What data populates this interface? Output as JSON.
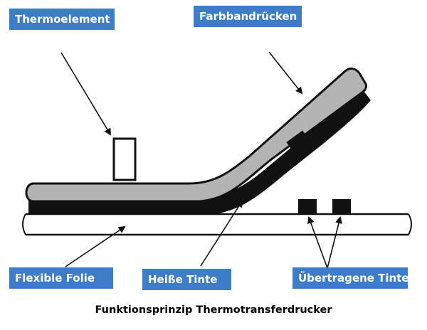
{
  "labels": {
    "thermoelement": "Thermoelement",
    "ribbon_back": "Farbbandrücken",
    "flexible_film": "Flexible Folie",
    "hot_ink": "Heiße Tinte",
    "transferred_ink": "Übertragene Tinte"
  },
  "caption": "Funktionsprinzip Thermotransferdrucker",
  "colors": {
    "label_bg": "#3d7cc6",
    "label_text": "#ffffff",
    "ribbon_gray": "#b3b3b3",
    "ink": "#111111"
  }
}
